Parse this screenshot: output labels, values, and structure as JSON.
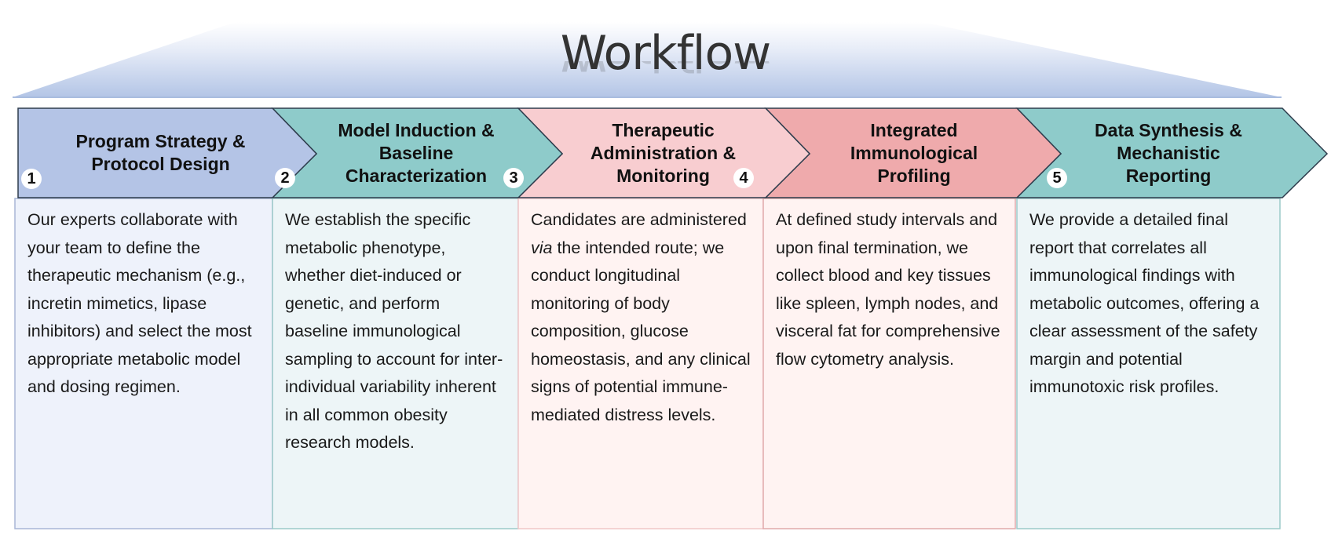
{
  "title": "Workflow",
  "colors": {
    "step1": "#b4c4e6",
    "step2": "#8ecbca",
    "step3": "#f8cdd0",
    "step4": "#efaaac",
    "step5": "#8ecbca",
    "box1_bg": "#eef2fb",
    "box2_bg": "#edf5f7",
    "box3_bg": "#fff3f2",
    "box4_bg": "#fff3f2",
    "box5_bg": "#edf5f7",
    "outline": "#2e3d4d"
  },
  "steps": [
    {
      "number": "1",
      "heading": "Program Strategy & Protocol Design",
      "description": "Our experts collaborate with your team to define the therapeutic mechanism (e.g., incretin mimetics, lipase inhibitors) and select the most appropriate metabolic model and dosing regimen."
    },
    {
      "number": "2",
      "heading": "Model Induction & Baseline Characterization",
      "description": "We establish the specific metabolic phenotype, whether diet-induced or genetic, and perform baseline immunological sampling to account for inter-individual variability inherent in all common obesity research models."
    },
    {
      "number": "3",
      "heading": "Therapeutic Administration & Monitoring",
      "description_pre": "Candidates are administered ",
      "description_italic": "via",
      "description_post": " the intended route; we conduct longitudinal monitoring of body composition, glucose homeostasis, and any clinical signs of potential immune-mediated distress levels."
    },
    {
      "number": "4",
      "heading": "Integrated Immunological Profiling",
      "description": "At defined study intervals and upon final termination, we collect blood and key tissues like spleen, lymph nodes, and visceral fat for comprehensive flow cytometry analysis."
    },
    {
      "number": "5",
      "heading": "Data Synthesis & Mechanistic Reporting",
      "description": "We provide a detailed final report that correlates all immunological findings with metabolic outcomes, offering a clear assessment of the safety margin and potential immunotoxic risk profiles."
    }
  ]
}
